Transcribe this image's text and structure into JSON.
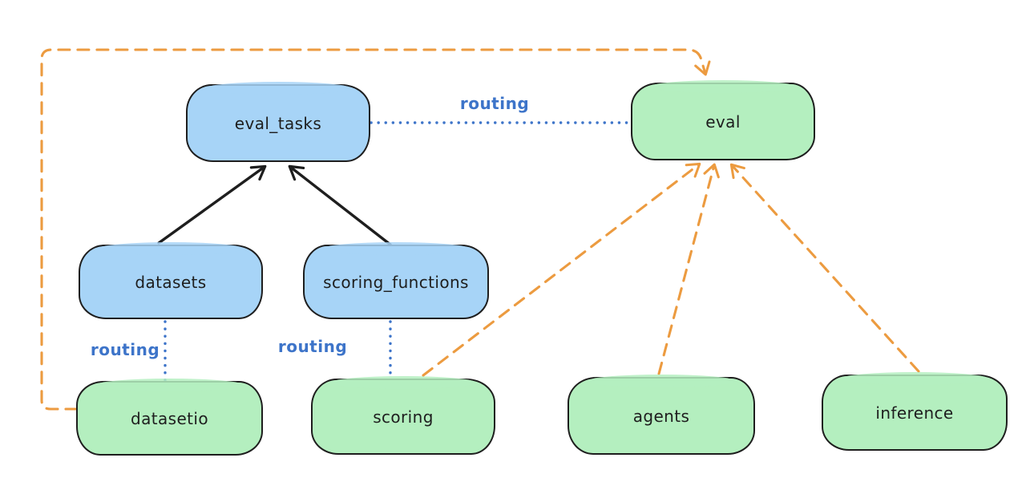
{
  "diagram": {
    "title": "",
    "nodes": {
      "eval_tasks": {
        "label": "eval_tasks",
        "kind": "resource",
        "fill": "#a7d4f7"
      },
      "eval": {
        "label": "eval",
        "kind": "api",
        "fill": "#b4efbf"
      },
      "datasets": {
        "label": "datasets",
        "kind": "resource",
        "fill": "#a7d4f7"
      },
      "scoring_functions": {
        "label": "scoring_functions",
        "kind": "resource",
        "fill": "#a7d4f7"
      },
      "datasetio": {
        "label": "datasetio",
        "kind": "api",
        "fill": "#b4efbf"
      },
      "scoring": {
        "label": "scoring",
        "kind": "api",
        "fill": "#b4efbf"
      },
      "agents": {
        "label": "agents",
        "kind": "api",
        "fill": "#b4efbf"
      },
      "inference": {
        "label": "inference",
        "kind": "api",
        "fill": "#b4efbf"
      }
    },
    "edges": [
      {
        "from": "datasets",
        "to": "eval_tasks",
        "style": "solid-arrow",
        "color": "#1e1e1e",
        "label": ""
      },
      {
        "from": "scoring_functions",
        "to": "eval_tasks",
        "style": "solid-arrow",
        "color": "#1e1e1e",
        "label": ""
      },
      {
        "from": "eval_tasks",
        "to": "eval",
        "style": "dotted-line",
        "color": "#3d74c9",
        "label": "routing"
      },
      {
        "from": "datasets",
        "to": "datasetio",
        "style": "dotted-line",
        "color": "#3d74c9",
        "label": "routing"
      },
      {
        "from": "scoring_functions",
        "to": "scoring",
        "style": "dotted-line",
        "color": "#3d74c9",
        "label": "routing"
      },
      {
        "from": "datasetio",
        "to": "eval",
        "style": "dashed-arrow",
        "color": "#ec9b40",
        "label": ""
      },
      {
        "from": "scoring",
        "to": "eval",
        "style": "dashed-arrow",
        "color": "#ec9b40",
        "label": ""
      },
      {
        "from": "agents",
        "to": "eval",
        "style": "dashed-arrow",
        "color": "#ec9b40",
        "label": ""
      },
      {
        "from": "inference",
        "to": "eval",
        "style": "dashed-arrow",
        "color": "#ec9b40",
        "label": ""
      }
    ],
    "colors": {
      "resource_fill_blue": "#a7d4f7",
      "api_fill_green": "#b4efbf",
      "node_stroke": "#1e1e1e",
      "routing_blue": "#3d74c9",
      "provider_orange": "#ec9b40",
      "background": "#ffffff"
    }
  }
}
